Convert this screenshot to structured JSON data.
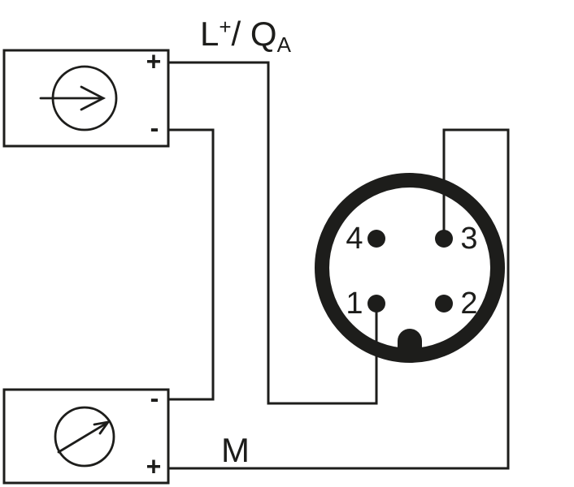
{
  "diagram": {
    "kind": "connection-wiring-diagram"
  },
  "colors": {
    "line": "#1d1d1b",
    "background": "#ffffff"
  },
  "labels": {
    "supply_line": {
      "base": "L",
      "sup": "+",
      "mid": "/ Q",
      "sub": "A"
    },
    "m_line": "M"
  },
  "source_box": {
    "symbol": "current-source-arrow",
    "top_terminal": "+",
    "bottom_terminal": "-"
  },
  "meter_box": {
    "symbol": "meter-needle-arrow",
    "top_terminal": "-",
    "bottom_terminal": "+"
  },
  "connector": {
    "pins": [
      {
        "number": "4"
      },
      {
        "number": "3"
      },
      {
        "number": "1"
      },
      {
        "number": "2"
      }
    ]
  }
}
